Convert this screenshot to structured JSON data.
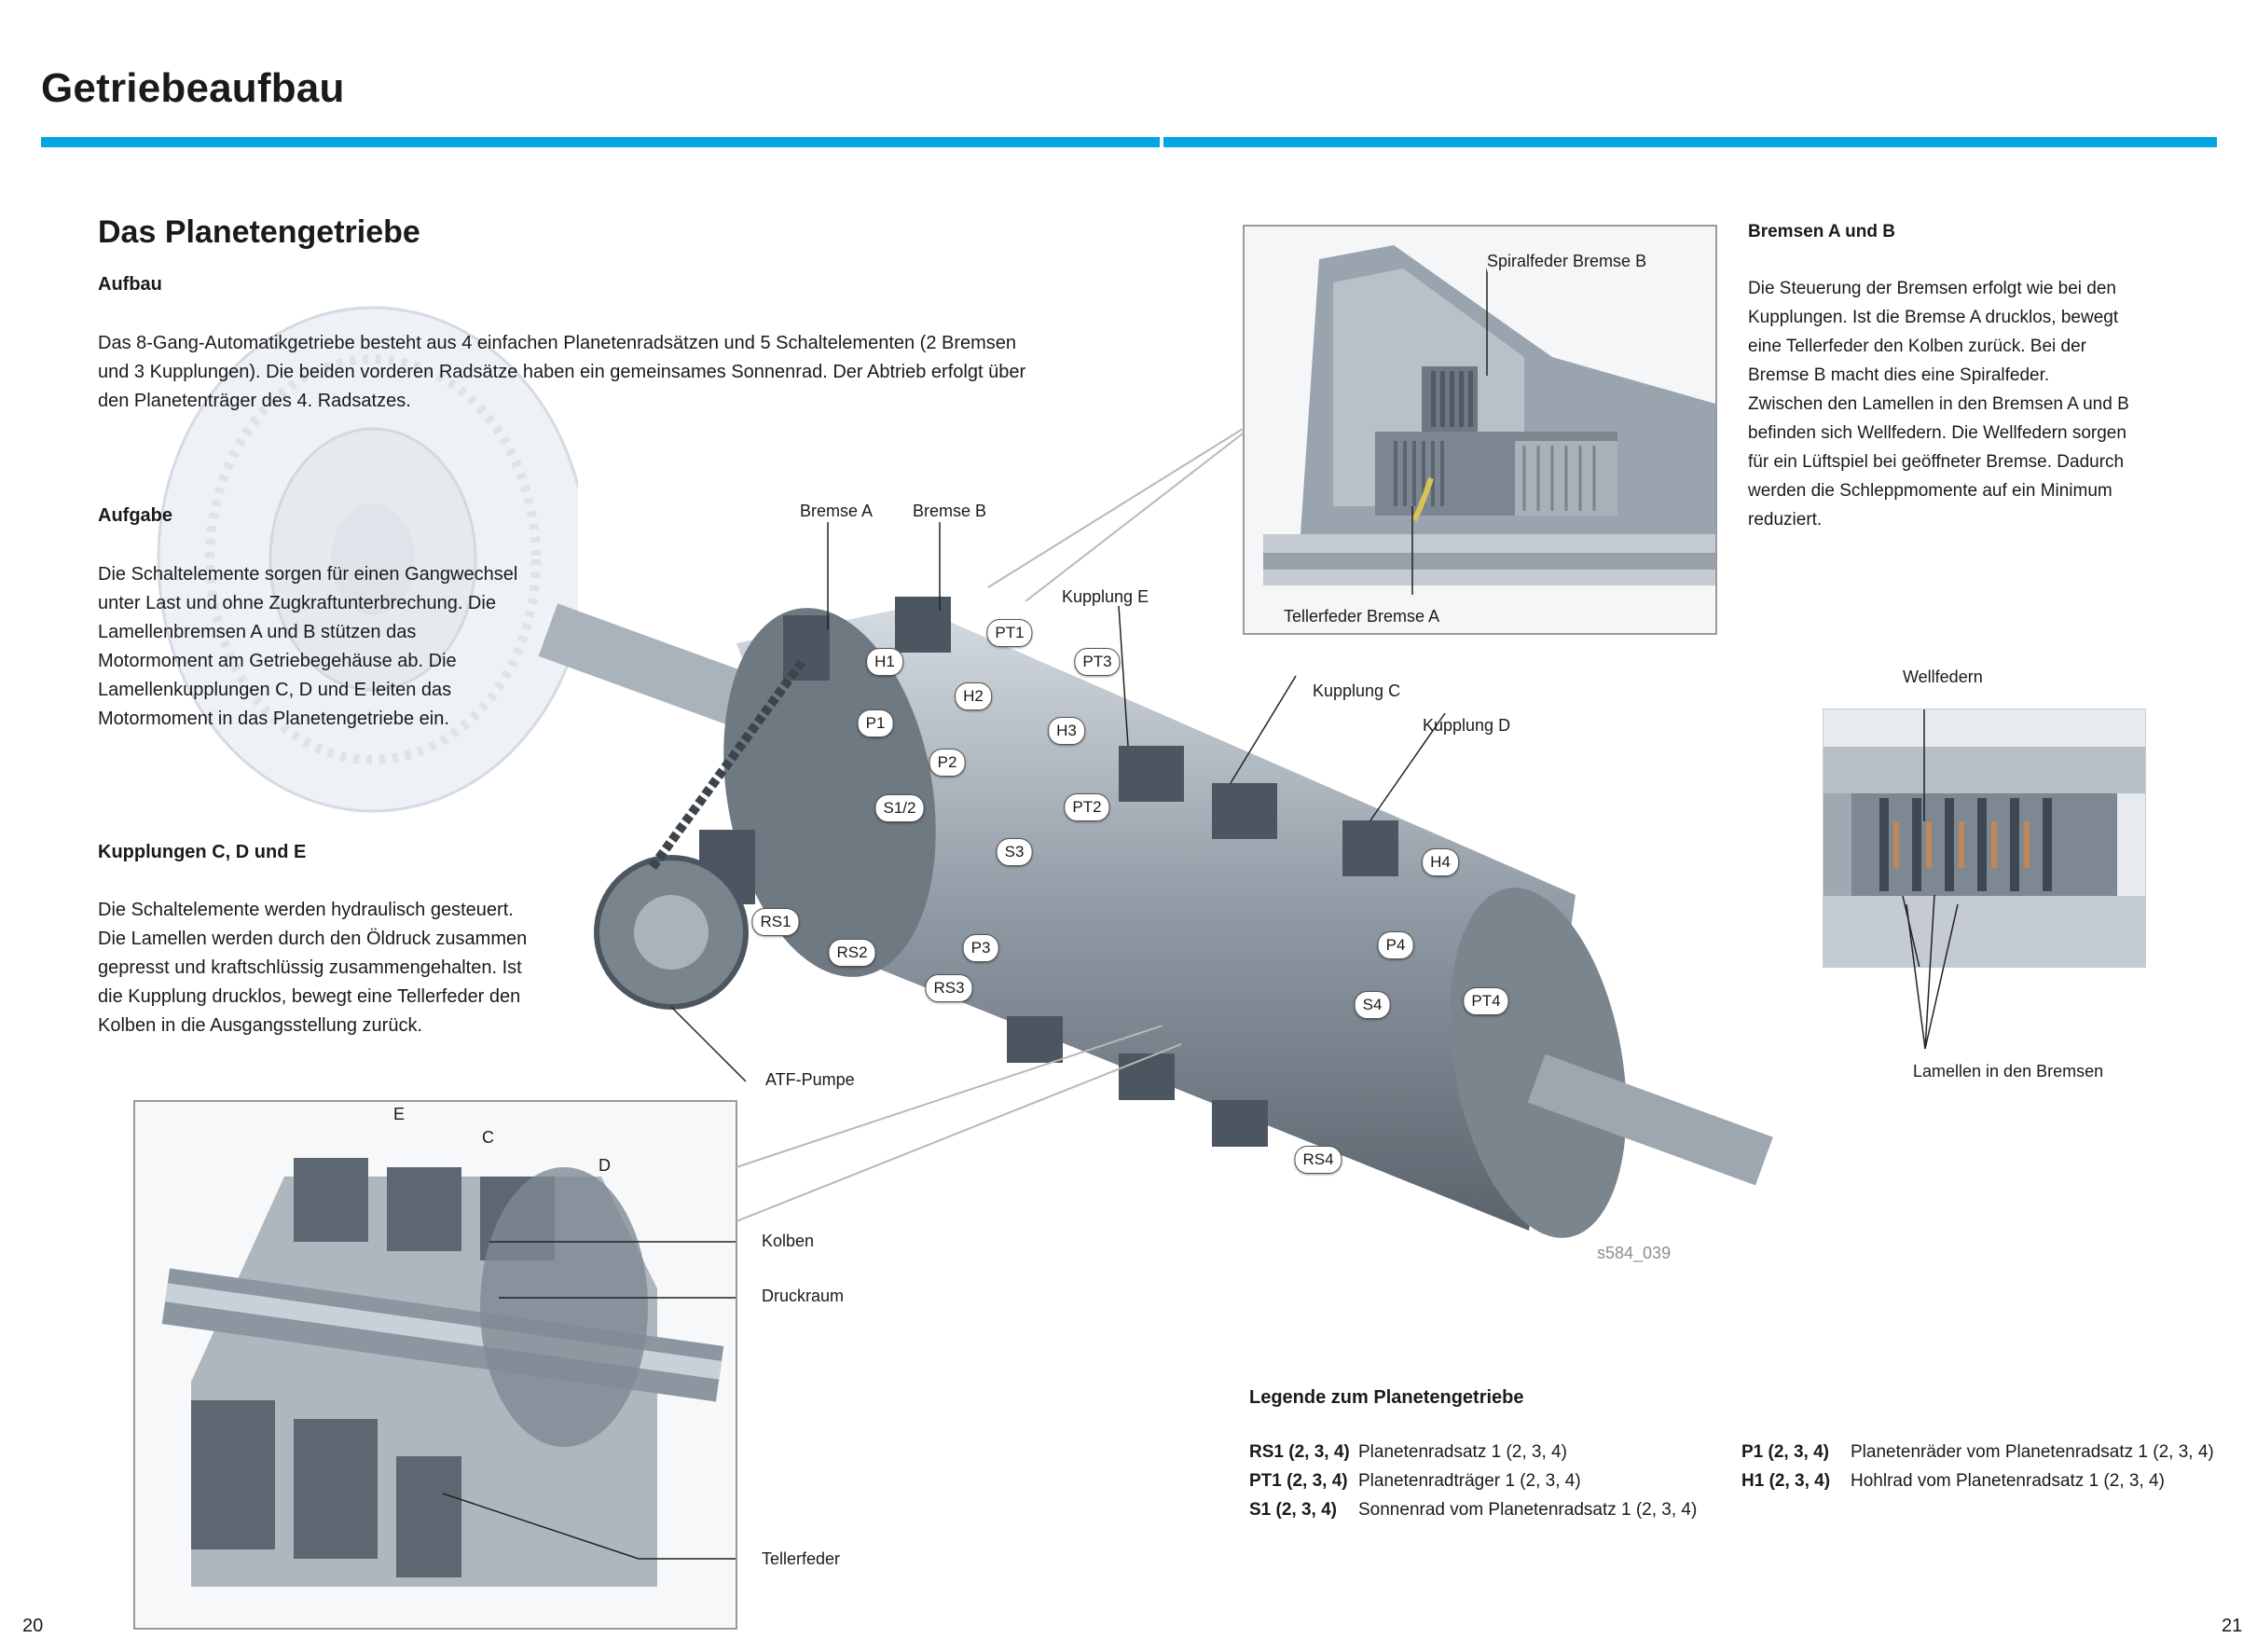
{
  "header": {
    "title": "Getriebeaufbau",
    "accent_color": "#00a6e2"
  },
  "left": {
    "section_title": "Das Planetengetriebe",
    "aufbau": {
      "heading": "Aufbau",
      "lines": [
        "Das 8-Gang-Automatikgetriebe besteht aus 4 einfachen Planetenradsätzen und 5 Schaltelementen (2 Bremsen",
        "und 3 Kupplungen). Die beiden vorderen Radsätze haben ein gemeinsames Sonnenrad. Der Abtrieb erfolgt über",
        "den Planetenträger des 4. Radsatzes."
      ]
    },
    "aufgabe": {
      "heading": "Aufgabe",
      "lines": [
        "Die Schaltelemente sorgen für einen Gangwechsel",
        "unter Last und ohne Zugkraftunterbrechung. Die",
        "Lamellenbremsen A und B stützen das",
        "Motormoment am Getriebegehäuse ab. Die",
        "Lamellenkupplungen C, D und E leiten das",
        "Motormoment in das Planetengetriebe ein."
      ]
    },
    "kupplungen": {
      "heading": "Kupplungen C, D und E",
      "lines": [
        "Die Schaltelemente werden hydraulisch gesteuert.",
        "Die Lamellen werden durch den Öldruck zusammen",
        "gepresst und kraftschlüssig zusammengehalten. Ist",
        "die Kupplung drucklos, bewegt eine Tellerfeder den",
        "Kolben in die Ausgangsstellung zurück."
      ]
    }
  },
  "right": {
    "bremsen": {
      "heading": "Bremsen A und B",
      "lines": [
        "Die Steuerung der Bremsen erfolgt wie bei den",
        "Kupplungen. Ist die Bremse A drucklos, bewegt",
        "eine Tellerfeder den Kolben zurück. Bei der",
        "Bremse B macht dies eine Spiralfeder.",
        "Zwischen den Lamellen in den Bremsen A und B",
        "befinden sich Wellfedern. Die Wellfedern sorgen",
        "für ein Lüftspiel bei geöffneter Bremse. Dadurch",
        "werden die Schleppmomente auf ein Minimum",
        "reduziert."
      ]
    }
  },
  "labels": {
    "bremse_a": "Bremse A",
    "bremse_b": "Bremse B",
    "kupplung_e": "Kupplung E",
    "kupplung_c": "Kupplung C",
    "kupplung_d": "Kupplung D",
    "atf_pumpe": "ATF-Pumpe",
    "spiralfeder": "Spiralfeder Bremse B",
    "tellerfeder_a": "Tellerfeder Bremse A",
    "wellfedern": "Wellfedern",
    "lamellen": "Lamellen in den Bremsen",
    "kolben": "Kolben",
    "druckraum": "Druckraum",
    "tellerfeder": "Tellerfeder",
    "e": "E",
    "c": "C",
    "d": "D",
    "figure_code": "s584_039"
  },
  "tags": [
    "PT1",
    "H1",
    "PT3",
    "H2",
    "P1",
    "H3",
    "P2",
    "S1/2",
    "PT2",
    "S3",
    "RS1",
    "RS2",
    "P3",
    "RS3",
    "H4",
    "P4",
    "S4",
    "PT4",
    "RS4"
  ],
  "legend": {
    "title": "Legende zum Planetengetriebe",
    "left": [
      {
        "code": "RS1 (2, 3, 4)",
        "text": "Planetenradsatz 1 (2, 3, 4)"
      },
      {
        "code": "PT1 (2, 3, 4)",
        "text": "Planetenradträger 1 (2, 3, 4)"
      },
      {
        "code": "S1 (2, 3, 4)",
        "text": "Sonnenrad vom Planetenradsatz 1 (2, 3, 4)"
      }
    ],
    "right": [
      {
        "code": "P1 (2, 3, 4)",
        "text": "Planetenräder vom Planetenradsatz 1 (2, 3, 4)"
      },
      {
        "code": "H1 (2, 3, 4)",
        "text": "Hohlrad vom Planetenradsatz 1 (2, 3, 4)"
      }
    ]
  },
  "footer": {
    "page_left": "20",
    "page_right": "21"
  }
}
